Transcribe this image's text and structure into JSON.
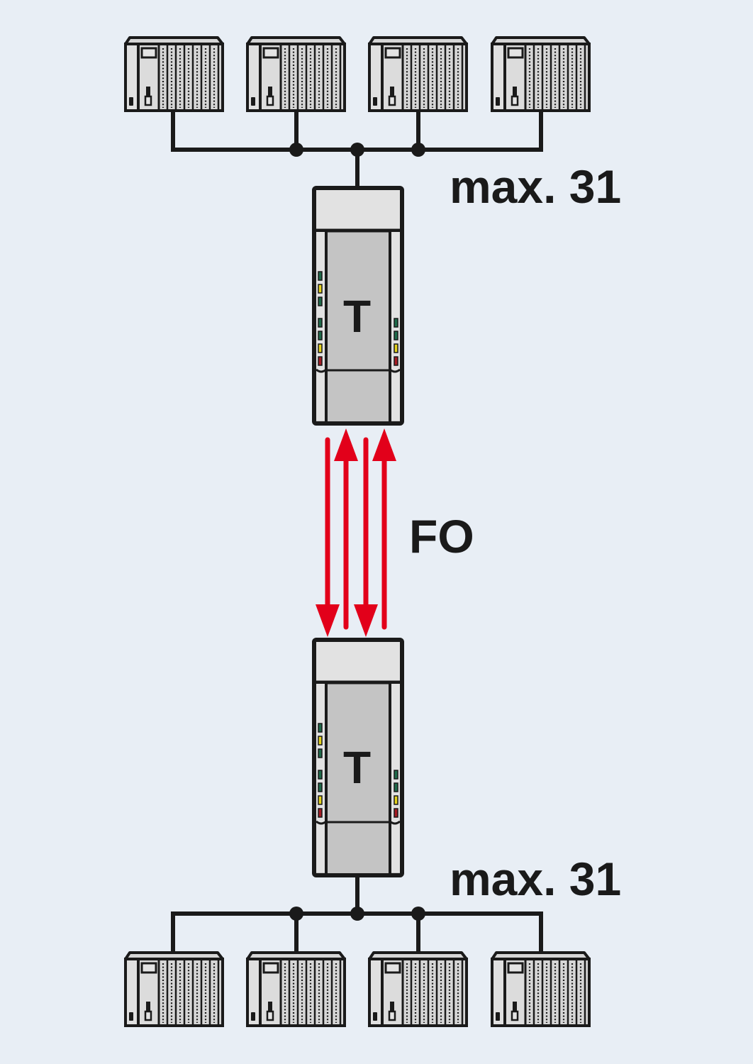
{
  "colors": {
    "background": "#e8eef5",
    "outline": "#1a1a1a",
    "device_fill": "#d6d6d6",
    "device_light": "#e4e4e4",
    "module_body": "#c4c4c4",
    "fiber": "#e2001a",
    "led_green": "#1f6b4a",
    "led_yellow": "#e4d21c",
    "led_red": "#a51c24"
  },
  "labels": {
    "top_max": "max. 31",
    "bottom_max": "max. 31",
    "fiber": "FO"
  },
  "modules": [
    {
      "id": "top-converter",
      "label": "T"
    },
    {
      "id": "bottom-converter",
      "label": "T"
    }
  ],
  "segments": [
    {
      "name": "top-bus",
      "device_count_shown": 4,
      "max_devices": "max. 31"
    },
    {
      "name": "bottom-bus",
      "device_count_shown": 4,
      "max_devices": "max. 31"
    }
  ],
  "fiber_link": {
    "label": "FO",
    "arrows": [
      {
        "direction": "down"
      },
      {
        "direction": "up"
      },
      {
        "direction": "down"
      },
      {
        "direction": "up"
      }
    ]
  },
  "leds": {
    "left": [
      "green",
      "yellow",
      "green",
      "green",
      "green",
      "yellow",
      "red"
    ],
    "right": [
      "green",
      "green",
      "yellow",
      "red"
    ]
  }
}
